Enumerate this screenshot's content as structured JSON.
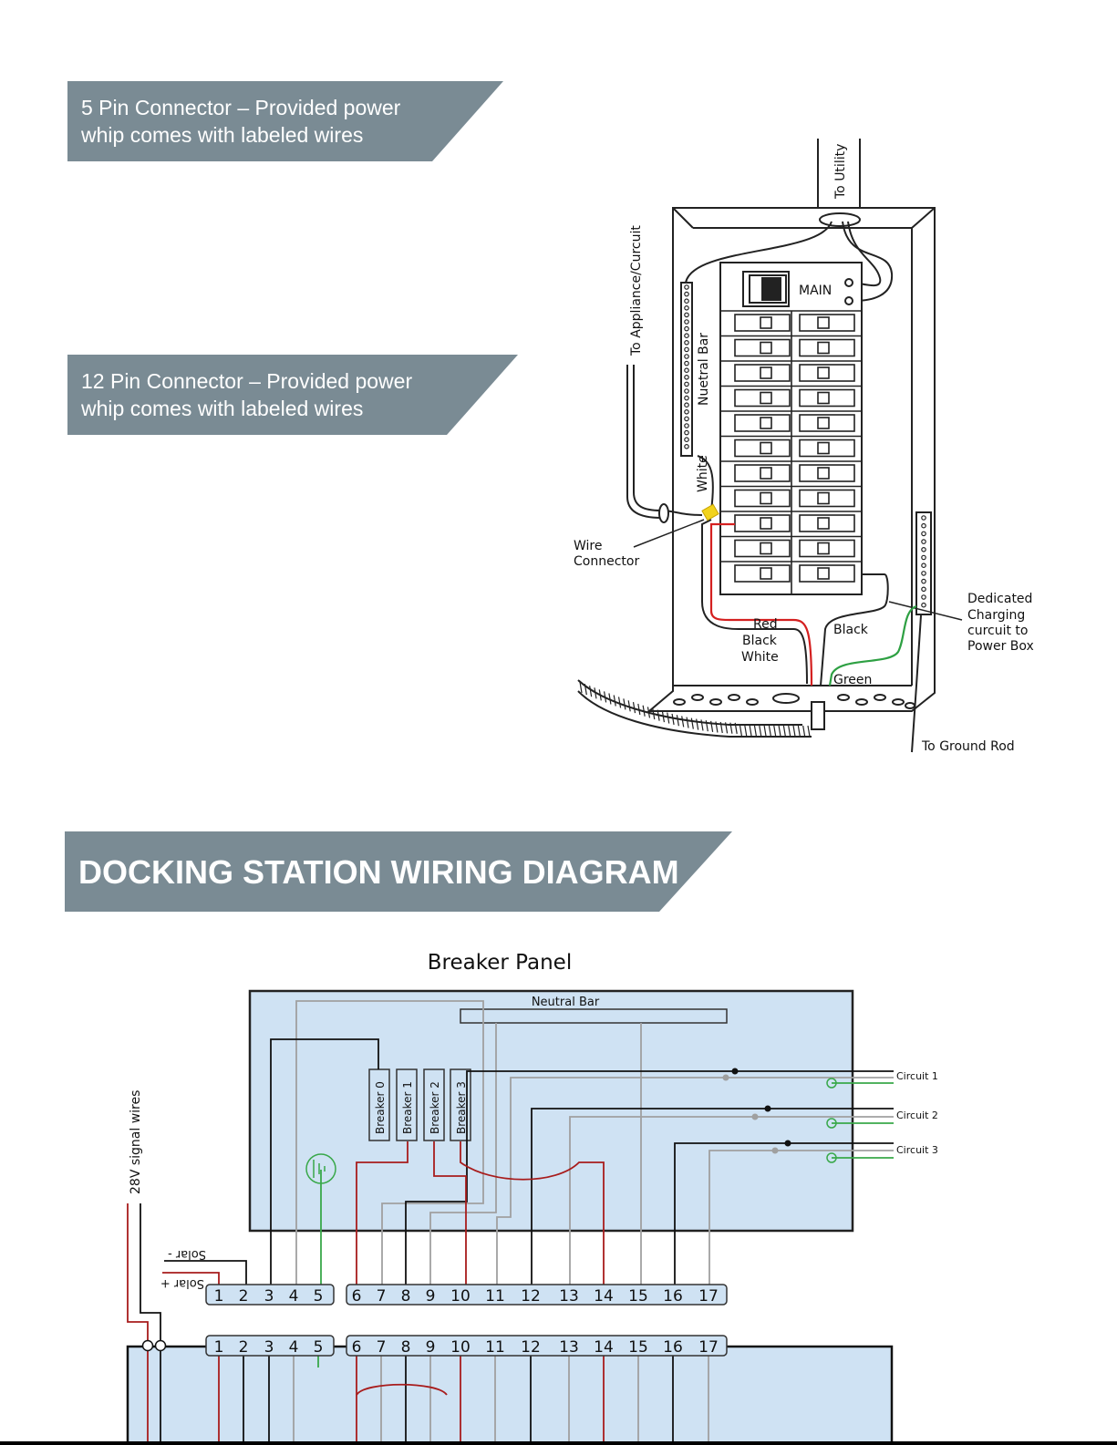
{
  "banners": {
    "pin5": {
      "line1": "5 Pin Connector – Provided power",
      "line2": "whip comes with labeled wires"
    },
    "pin12": {
      "line1": "12 Pin Connector – Provided power",
      "line2": "whip comes with labeled wires"
    },
    "docking": {
      "title": "DOCKING STATION WIRING DIAGRAM"
    }
  },
  "illustration": {
    "to_utility": "To Utility",
    "to_appliance": "To Appliance/Curcuit",
    "main": "MAIN",
    "neutral_bar": "Nuetral Bar",
    "white": "White",
    "wire_connector": [
      "Wire",
      "Connector"
    ],
    "red": "Red",
    "black_lower": "Black",
    "white_lower": "White",
    "black_right": "Black",
    "green": "Green",
    "dedicated": [
      "Dedicated",
      "Charging",
      "curcuit to",
      "Power Box"
    ],
    "ground_rod": "To Ground Rod",
    "colors": {
      "red_wire": "#d42020",
      "green_wire": "#2ea043",
      "connector": "#f2d31b"
    }
  },
  "diagram": {
    "title": "Breaker Panel",
    "neutral_bar": "Neutral Bar",
    "breakers": [
      "Breaker 0",
      "Breaker 1",
      "Breaker 2",
      "Breaker 3"
    ],
    "circuits": [
      "Circuit 1",
      "Circuit 2",
      "Circuit 3"
    ],
    "signal_wires": "28V signal wires",
    "solar_minus": "Solar -",
    "solar_plus": "Solar +",
    "terminals": [
      "1",
      "2",
      "3",
      "4",
      "5",
      "6",
      "7",
      "8",
      "9",
      "10",
      "11",
      "12",
      "13",
      "14",
      "15",
      "16",
      "17"
    ],
    "colors": {
      "panel_fill": "#cfe2f3",
      "red_wire": "#a81c1c",
      "gray_wire": "#a0a0a0",
      "green_wire": "#39a84a",
      "banner": "#7a8b94"
    }
  }
}
